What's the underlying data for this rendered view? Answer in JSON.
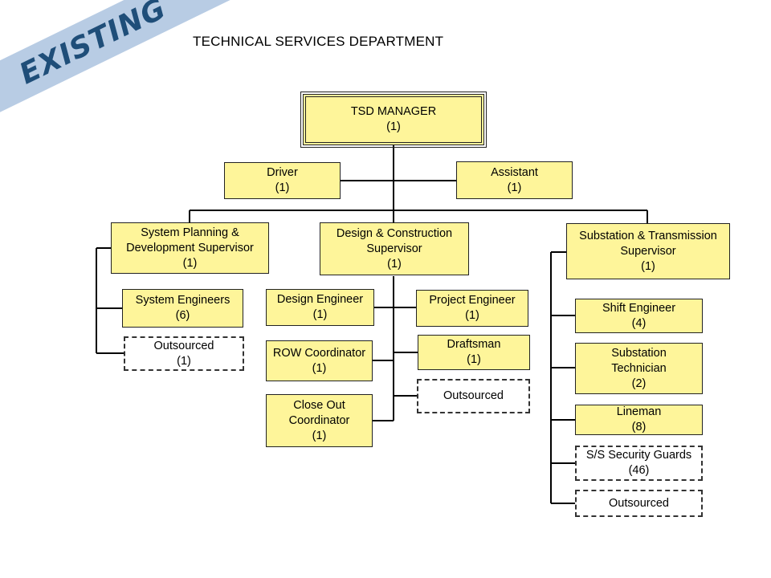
{
  "banner": {
    "label": "EXISTING"
  },
  "title": "TECHNICAL SERVICES DEPARTMENT",
  "colors": {
    "box_fill": "#fef59a",
    "outsourced_fill": "#ffffff",
    "banner_fill": "#b8cce4",
    "banner_text": "#1f4e79"
  },
  "nodes": {
    "manager": {
      "label": "TSD MANAGER",
      "count": "(1)"
    },
    "driver": {
      "label": "Driver",
      "count": "(1)"
    },
    "assistant": {
      "label": "Assistant",
      "count": "(1)"
    },
    "planning_supervisor": {
      "label": "System Planning &\nDevelopment Supervisor",
      "count": "(1)"
    },
    "design_supervisor": {
      "label": "Design & Construction\nSupervisor",
      "count": "(1)"
    },
    "substation_supervisor": {
      "label": "Substation & Transmission\nSupervisor",
      "count": "(1)"
    },
    "system_engineers": {
      "label": "System Engineers",
      "count": "(6)"
    },
    "planning_outsourced": {
      "label": "Outsourced",
      "count": "(1)"
    },
    "design_engineer": {
      "label": "Design Engineer",
      "count": "(1)"
    },
    "row_coordinator": {
      "label": "ROW Coordinator",
      "count": "(1)"
    },
    "closeout_coordinator": {
      "label": "Close Out\nCoordinator",
      "count": "(1)"
    },
    "project_engineer": {
      "label": "Project Engineer",
      "count": "(1)"
    },
    "draftsman": {
      "label": "Draftsman",
      "count": "(1)"
    },
    "design_outsourced": {
      "label": "Outsourced",
      "count": ""
    },
    "shift_engineer": {
      "label": "Shift Engineer",
      "count": "(4)"
    },
    "substation_technician": {
      "label": "Substation\nTechnician",
      "count": "(2)"
    },
    "lineman": {
      "label": "Lineman",
      "count": "(8)"
    },
    "security_guards": {
      "label": "S/S Security Guards",
      "count": "(46)"
    },
    "substation_outsourced": {
      "label": "Outsourced",
      "count": ""
    }
  }
}
